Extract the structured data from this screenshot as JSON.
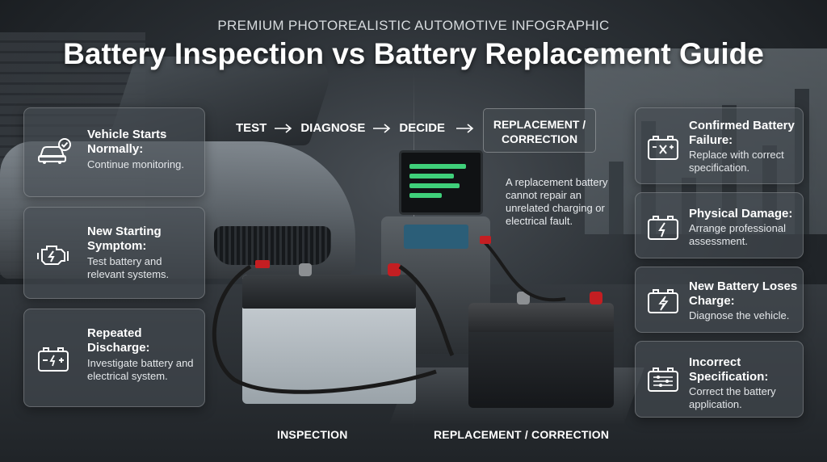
{
  "header": {
    "kicker": "PREMIUM PHOTOREALISTIC AUTOMOTIVE INFOGRAPHIC",
    "title": "Battery Inspection vs Battery Replacement Guide"
  },
  "flow": {
    "steps": [
      "TEST",
      "DIAGNOSE",
      "DECIDE"
    ],
    "replacement_box": [
      "REPLACEMENT /",
      "CORRECTION"
    ],
    "note": "A replacement battery cannot repair an unrelated charging or electrical fault."
  },
  "left_cards": [
    {
      "icon": "car-check-icon",
      "heading": "Vehicle Starts Normally:",
      "body": "Continue monitoring."
    },
    {
      "icon": "engine-warning-icon",
      "heading": "New Starting Symptom:",
      "body": "Test battery and relevant systems."
    },
    {
      "icon": "battery-icon",
      "heading": "Repeated Discharge:",
      "body": "Investigate battery and electrical system."
    }
  ],
  "right_cards": [
    {
      "icon": "battery-x-icon",
      "heading": "Confirmed Battery Failure:",
      "body": "Replace with correct specification."
    },
    {
      "icon": "battery-bolt-icon",
      "heading": "Physical Damage:",
      "body": "Arrange professional assessment."
    },
    {
      "icon": "battery-charge-icon",
      "heading": "New Battery Loses Charge:",
      "body": "Diagnose the vehicle."
    },
    {
      "icon": "battery-settings-icon",
      "heading": "Incorrect Specification:",
      "body": "Correct the battery application."
    }
  ],
  "footer": {
    "left_label": "INSPECTION",
    "right_label": "REPLACEMENT / CORRECTION"
  },
  "colors": {
    "accent_red": "#c41e22",
    "screen_green": "#3fd07a",
    "text_white": "#ffffff"
  }
}
